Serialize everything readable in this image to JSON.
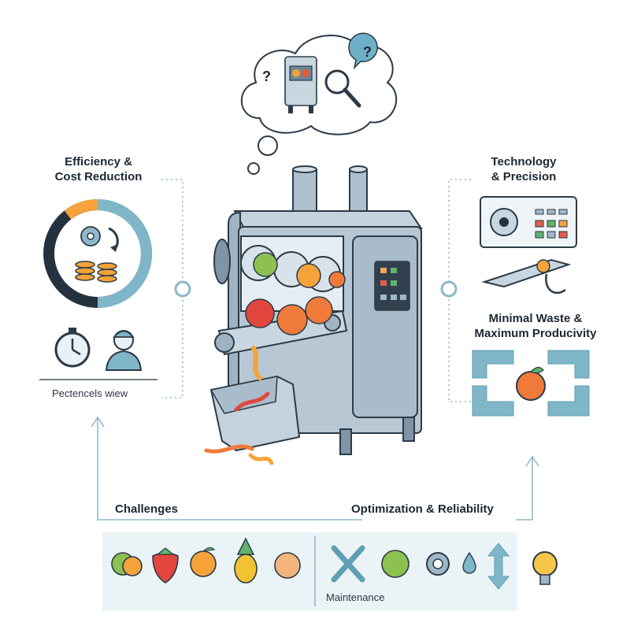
{
  "labels": {
    "efficiency": [
      "Efficiency &",
      "Cost Reduction"
    ],
    "technology": [
      "Technology",
      "& Precision"
    ],
    "minimal_waste": [
      "Minimal Waste &",
      "Maximum Producivity"
    ],
    "pectencels": "Pectencels wiew",
    "challenges": "Challenges",
    "optimization": "Optimization & Reliability",
    "maintenance": "Maintenance"
  },
  "thought_marks": [
    "?",
    "?"
  ],
  "colors": {
    "navy": "#24313f",
    "teal": "#7fb7c9",
    "orange": "#f5a33a",
    "steel": "#a9bccb",
    "steel_dark": "#6f8596",
    "line": "#8cb8c8"
  },
  "icons": {
    "efficiency": [
      "gear-arrow-icon",
      "coin-stack-icon",
      "stopwatch-icon",
      "worker-icon"
    ],
    "technology": [
      "control-panel-icon",
      "blade-icon"
    ],
    "minimal_waste": [
      "arrows-frame-icon",
      "orange-icon"
    ],
    "challenges_fruits": [
      "apple-orange-icon",
      "strawberry-icon",
      "orange-fruit-icon",
      "pineapple-icon",
      "melon-icon"
    ],
    "optimization_tools": [
      "wrench-screwdriver-icon",
      "melon-green-icon",
      "gear-icon",
      "water-drop-icon",
      "up-down-arrow-icon"
    ],
    "extra": [
      "lightbulb-icon"
    ]
  }
}
